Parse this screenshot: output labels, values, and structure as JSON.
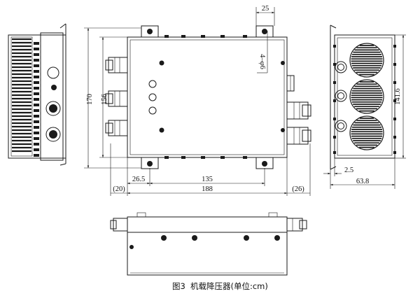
{
  "dimensions": {
    "top_25": "25",
    "holes": "4–φ6",
    "height_170": "170",
    "height_156": "156",
    "offset_26_5": "26.5",
    "span_135": "135",
    "length_188": "188",
    "left_20": "(20)",
    "right_26": "(26)",
    "side_141_6": "141.6",
    "side_2_5": "2.5",
    "side_63_8": "63.8"
  },
  "caption": {
    "figure_no": "图3",
    "title": "机载降压器(单位:cm)"
  }
}
